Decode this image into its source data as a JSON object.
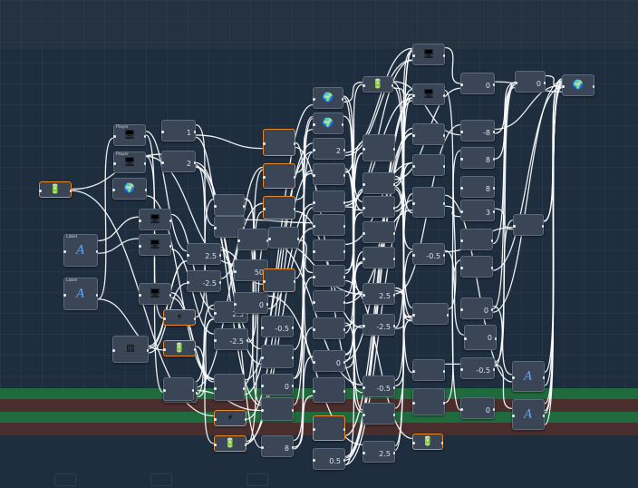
{
  "canvas": {
    "title": "",
    "grid": true
  },
  "colors": {
    "background": "#1e2e3f",
    "node": "#3a4656",
    "wire": "#ffffff",
    "selected_border": "#e88a2a",
    "ground_green": "#1f6b3d",
    "ground_red": "#4a2d2d"
  },
  "nodes": [
    {
      "type": "trigger",
      "title": "",
      "value": "",
      "icon": "battery-icon",
      "selected": true
    },
    {
      "type": "player",
      "title": "Player",
      "value": "",
      "icon": "monitor-icon"
    },
    {
      "type": "player",
      "title": "Player",
      "value": "",
      "icon": "monitor-icon"
    },
    {
      "type": "number",
      "title": "",
      "value": "1",
      "icon": ""
    },
    {
      "type": "number",
      "title": "",
      "value": "2",
      "icon": ""
    },
    {
      "type": "position",
      "title": "",
      "value": "",
      "icon": "globe-icon"
    },
    {
      "type": "label",
      "title": "Label",
      "value": "",
      "icon": "text-a-icon"
    },
    {
      "type": "label",
      "title": "Label",
      "value": "",
      "icon": "text-a-icon"
    },
    {
      "type": "player",
      "title": "",
      "value": "",
      "icon": "monitor-icon"
    },
    {
      "type": "player",
      "title": "",
      "value": "",
      "icon": "monitor-icon"
    },
    {
      "type": "player",
      "title": "",
      "value": "",
      "icon": "monitor-icon"
    },
    {
      "type": "event",
      "title": "",
      "value": "",
      "icon": "lightning-icon",
      "selected": true
    },
    {
      "type": "event",
      "title": "",
      "value": "",
      "icon": "battery-icon",
      "selected": true
    },
    {
      "type": "dice",
      "title": "",
      "value": "",
      "icon": "dice-icon"
    },
    {
      "type": "camera",
      "title": "",
      "value": "",
      "icon": "camera-icon"
    },
    {
      "type": "number",
      "title": "",
      "value": "2.5",
      "icon": ""
    },
    {
      "type": "number",
      "title": "",
      "value": "-2.5",
      "icon": ""
    },
    {
      "type": "number",
      "title": "",
      "value": "2.5",
      "icon": ""
    },
    {
      "type": "number",
      "title": "",
      "value": "-2.5",
      "icon": ""
    },
    {
      "type": "number",
      "title": "",
      "value": "50",
      "icon": ""
    },
    {
      "type": "number",
      "title": "",
      "value": "0",
      "icon": ""
    },
    {
      "type": "number",
      "title": "",
      "value": "-0.5",
      "icon": ""
    },
    {
      "type": "number",
      "title": "",
      "value": "0",
      "icon": ""
    },
    {
      "type": "number",
      "title": "",
      "value": "8",
      "icon": ""
    },
    {
      "type": "number",
      "title": "",
      "value": "2",
      "icon": ""
    },
    {
      "type": "number",
      "title": "",
      "value": "0",
      "icon": ""
    },
    {
      "type": "number",
      "title": "",
      "value": "0.5",
      "icon": ""
    },
    {
      "type": "number",
      "title": "",
      "value": "2.5",
      "icon": ""
    },
    {
      "type": "number",
      "title": "",
      "value": "-2.5",
      "icon": ""
    },
    {
      "type": "number",
      "title": "",
      "value": "-0.5",
      "icon": ""
    },
    {
      "type": "number",
      "title": "",
      "value": "2.5",
      "icon": ""
    },
    {
      "type": "number",
      "title": "",
      "value": "-0.5",
      "icon": ""
    },
    {
      "type": "number",
      "title": "",
      "value": "0",
      "icon": ""
    },
    {
      "type": "number",
      "title": "",
      "value": "-8",
      "icon": ""
    },
    {
      "type": "number",
      "title": "",
      "value": "8",
      "icon": ""
    },
    {
      "type": "number",
      "title": "",
      "value": "8",
      "icon": ""
    },
    {
      "type": "number",
      "title": "",
      "value": "3",
      "icon": ""
    },
    {
      "type": "number",
      "title": "",
      "value": "0",
      "icon": ""
    },
    {
      "type": "number",
      "title": "",
      "value": "0",
      "icon": ""
    },
    {
      "type": "number",
      "title": "",
      "value": "-0.5",
      "icon": ""
    },
    {
      "type": "number",
      "title": "",
      "value": "0",
      "icon": ""
    },
    {
      "type": "number",
      "title": "",
      "value": "0",
      "icon": ""
    },
    {
      "type": "label",
      "title": "",
      "value": "",
      "icon": "text-a-icon"
    },
    {
      "type": "label",
      "title": "",
      "value": "",
      "icon": "text-a-icon"
    },
    {
      "type": "position",
      "title": "",
      "value": "",
      "icon": "globe-icon"
    },
    {
      "type": "position",
      "title": "",
      "value": "",
      "icon": "globe-icon"
    },
    {
      "type": "position",
      "title": "",
      "value": "",
      "icon": "globe-icon"
    },
    {
      "type": "trigger",
      "title": "",
      "value": "",
      "icon": "battery-icon"
    },
    {
      "type": "player",
      "title": "",
      "value": "",
      "icon": "monitor-icon"
    },
    {
      "type": "player",
      "title": "",
      "value": "",
      "icon": "monitor-icon"
    },
    {
      "type": "event",
      "title": "",
      "value": "",
      "icon": "lightning-icon",
      "selected": true
    },
    {
      "type": "event",
      "title": "",
      "value": "",
      "icon": "battery-icon",
      "selected": true
    },
    {
      "type": "event",
      "title": "",
      "value": "",
      "icon": "battery-icon",
      "selected": true
    }
  ]
}
